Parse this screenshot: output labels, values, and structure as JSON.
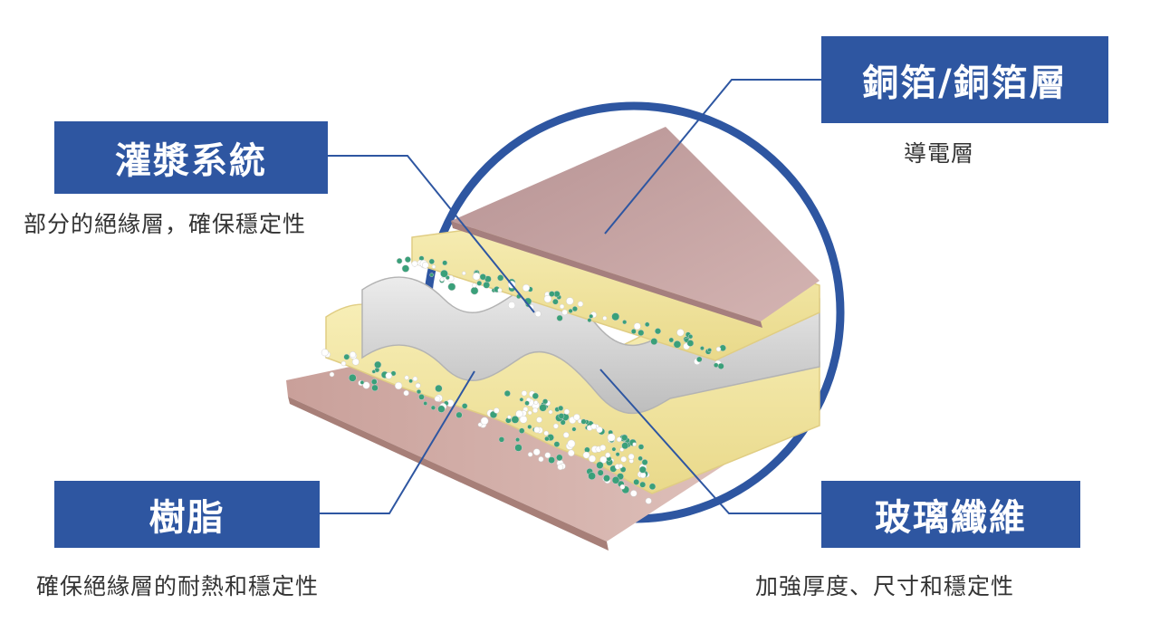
{
  "labels": {
    "copper": {
      "title": "銅箔/銅箔層",
      "desc": "導電層"
    },
    "grout": {
      "title": "灌漿系統",
      "desc": "部分的絕緣層，確保穩定性"
    },
    "resin": {
      "title": "樹脂",
      "desc": "確保絕緣層的耐熱和穩定性"
    },
    "glass": {
      "title": "玻璃纖維",
      "desc": "加強厚度、尺寸和穩定性"
    }
  },
  "colors": {
    "label_bg": "#2e56a1",
    "circle": "#2e56a1",
    "leader_line": "#2e56a1",
    "copper_layer": "#c9a6a6",
    "resin_layer": "#f3e8a8",
    "glass_layer": "#d7d7d7",
    "filler_green": "#3aa07a"
  }
}
